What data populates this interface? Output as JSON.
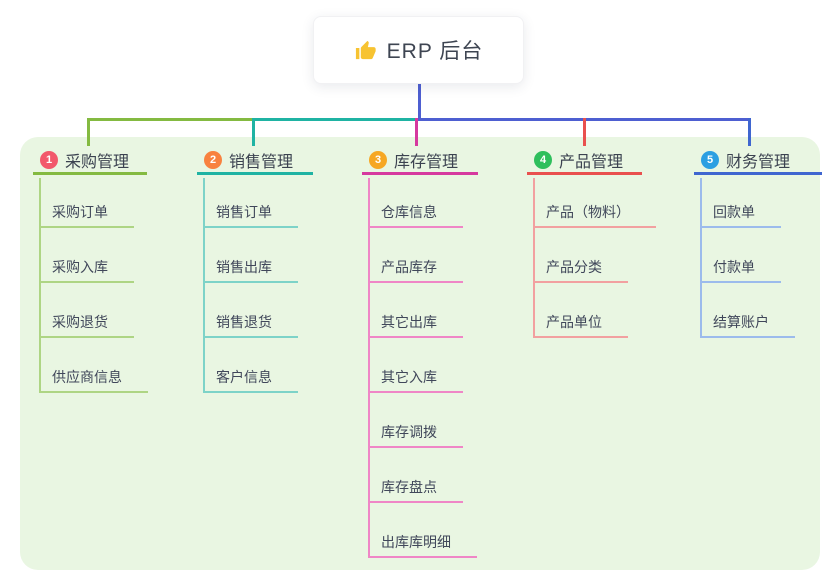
{
  "root": {
    "label": "ERP 后台",
    "icon": "thumbs-up-icon",
    "icon_color": "#f7c331",
    "text_color": "#3e4552"
  },
  "canvas": {
    "background": "#ffffff",
    "panel_color": "#e9f6e2",
    "trunk_color": "#4e5fd1"
  },
  "branches": [
    {
      "badge": "1",
      "label": "采购管理",
      "badge_color": "#f2586b",
      "line_color": "#84ba41",
      "child_line_color": "#aed584",
      "children": [
        "采购订单",
        "采购入库",
        "采购退货",
        "供应商信息"
      ]
    },
    {
      "badge": "2",
      "label": "销售管理",
      "badge_color": "#f8823f",
      "line_color": "#1fb3a3",
      "child_line_color": "#7dd3c8",
      "children": [
        "销售订单",
        "销售出库",
        "销售退货",
        "客户信息"
      ]
    },
    {
      "badge": "3",
      "label": "库存管理",
      "badge_color": "#f6a723",
      "line_color": "#d6399f",
      "child_line_color": "#ef86c6",
      "children": [
        "仓库信息",
        "产品库存",
        "其它出库",
        "其它入库",
        "库存调拨",
        "库存盘点",
        "出库库明细"
      ]
    },
    {
      "badge": "4",
      "label": "产品管理",
      "badge_color": "#2ebf5c",
      "line_color": "#e9504e",
      "child_line_color": "#f2a0a0",
      "children": [
        "产品（物料）",
        "产品分类",
        "产品单位"
      ]
    },
    {
      "badge": "5",
      "label": "财务管理",
      "badge_color": "#2c9fe2",
      "line_color": "#3f66d0",
      "child_line_color": "#9cbbec",
      "children": [
        "回款单",
        "付款单",
        "结算账户"
      ]
    }
  ]
}
